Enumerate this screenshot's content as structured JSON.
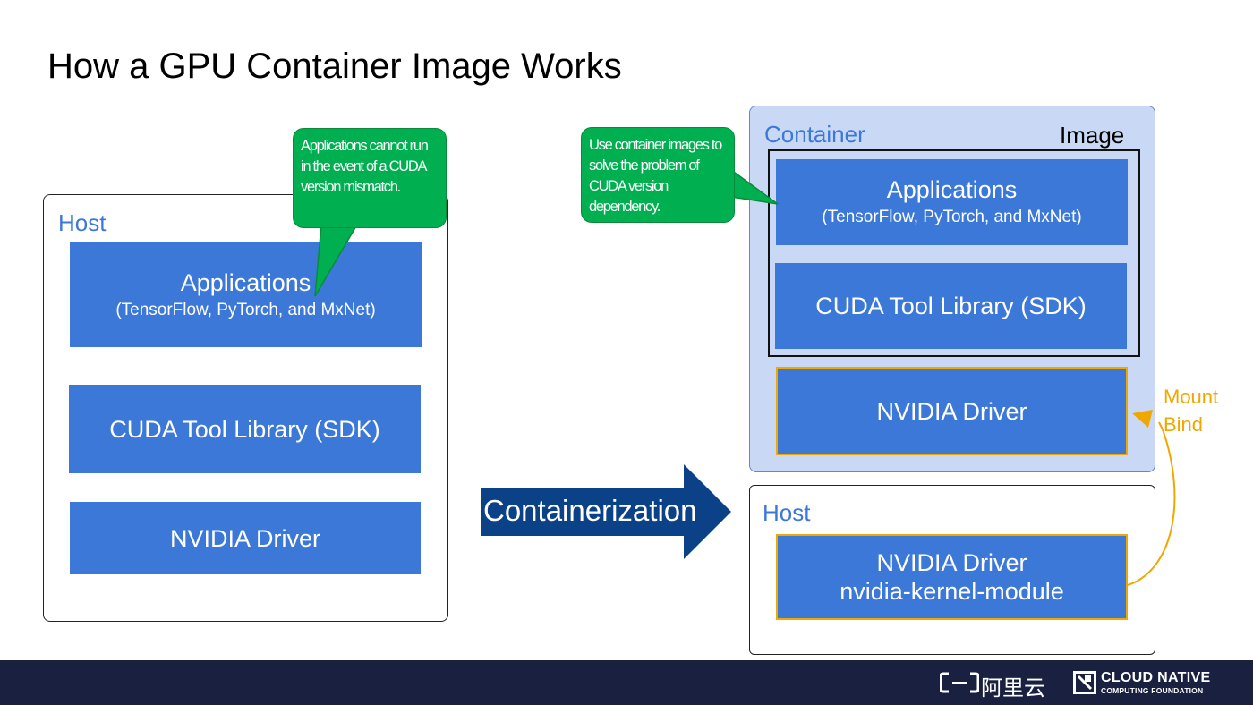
{
  "title": "How a GPU Container Image Works",
  "left": {
    "host_label": "Host",
    "apps_title": "Applications",
    "apps_sub": "(TensorFlow, PyTorch, and MxNet)",
    "cuda": "CUDA Tool Library (SDK)",
    "driver": "NVIDIA Driver",
    "callout": "Applications cannot run in the event of a CUDA version mismatch."
  },
  "arrow": {
    "label": "Containerization"
  },
  "right": {
    "container_label": "Container",
    "image_label": "Image",
    "apps_title": "Applications",
    "apps_sub": "(TensorFlow, PyTorch, and MxNet)",
    "cuda": "CUDA Tool Library (SDK)",
    "driver": "NVIDIA Driver",
    "host_label": "Host",
    "host_driver_line1": "NVIDIA Driver",
    "host_driver_line2": "nvidia-kernel-module",
    "mount_line1": "Mount",
    "mount_line2": "Bind",
    "callout": "Use container images to solve the problem of CUDA version dependency."
  },
  "footer": {
    "aliyun_text": "阿里云",
    "cncf_line1": "CLOUD NATIVE",
    "cncf_line2": "COMPUTING FOUNDATION"
  },
  "colors": {
    "block_blue": "#3c78d8",
    "callout_green": "#00b050",
    "container_bg": "#c9d9f5",
    "mount_orange": "#f0a800",
    "arrow_navy": "#0b4287",
    "footer_navy": "#1a2040"
  }
}
